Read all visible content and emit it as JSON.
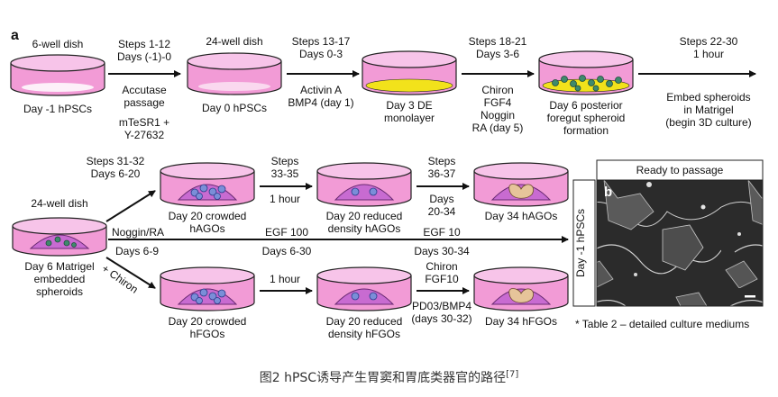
{
  "panel_labels": {
    "a": "a",
    "b": "b"
  },
  "row1": {
    "dish1": {
      "top": "6-well dish",
      "bottom": "Day  -1 hPSCs"
    },
    "arrow1": {
      "lines": [
        "Steps 1-12",
        "Days (-1)-0"
      ],
      "below": [
        "Accutase",
        "passage",
        "",
        "mTeSR1 +",
        "Y-27632"
      ]
    },
    "dish2": {
      "top": "24-well dish",
      "bottom": "Day 0 hPSCs"
    },
    "arrow2": {
      "lines": [
        "Steps 13-17",
        "Days 0-3"
      ],
      "below": [
        "Activin A",
        "BMP4 (day 1)"
      ]
    },
    "dish3": {
      "bottom": [
        "Day 3 DE",
        "monolayer"
      ]
    },
    "arrow3": {
      "lines": [
        "Steps 18-21",
        "Days 3-6"
      ],
      "below": [
        "Chiron",
        "FGF4",
        "Noggin",
        "RA (day 5)"
      ]
    },
    "dish4": {
      "bottom": [
        "Day 6 posterior",
        "foregut spheroid",
        "formation"
      ]
    },
    "arrow4": {
      "lines": [
        "Steps 22-30",
        "1 hour"
      ],
      "below": [
        "Embed spheroids",
        "in Matrigel",
        "(begin 3D culture)"
      ]
    }
  },
  "row2": {
    "start_dish": {
      "top": "24-well dish",
      "bottom": [
        "Day 6 Matrigel",
        "embedded",
        "spheroids"
      ]
    },
    "branch_upper": {
      "lines": [
        "Steps 31-32",
        "Days 6-20"
      ]
    },
    "branch_mid": {
      "label": "Noggin/RA",
      "below": "Days 6-9"
    },
    "branch_lower": {
      "label": "+ Chiron"
    },
    "hago1": {
      "bottom": [
        "Day 20 crowded",
        "hAGOs"
      ]
    },
    "hago_arrow1": {
      "top": [
        "Steps",
        "33-35"
      ],
      "below": "1 hour"
    },
    "hago2": {
      "bottom": [
        "Day 20 reduced",
        "density hAGOs"
      ]
    },
    "hago_arrow2": {
      "top": [
        "Steps",
        "36-37"
      ],
      "below": [
        "Days",
        "20-34"
      ]
    },
    "hago3": {
      "bottom": "Day 34 hAGOs"
    },
    "egf_a": {
      "top": "EGF 100",
      "below": "Days 6-30"
    },
    "egf_b": {
      "top": "EGF 10",
      "below": "Days 30-34"
    },
    "hfgo1": {
      "bottom": [
        "Day 20 crowded",
        "hFGOs"
      ]
    },
    "hfgo_arrow1": {
      "top": "1 hour"
    },
    "hfgo2": {
      "bottom": [
        "Day 20 reduced",
        "density hFGOs"
      ]
    },
    "hfgo_arrow2": {
      "top": [
        "Chiron",
        "FGF10"
      ],
      "below": [
        "PD03/BMP4",
        "(days 30-32)"
      ]
    },
    "hfgo3": {
      "bottom": "Day 34 hFGOs"
    }
  },
  "panel_b": {
    "header": "Ready to passage",
    "side_label": "Day  -1 hPSCs",
    "footnote": "* Table 2 – detailed culture mediums"
  },
  "caption": {
    "text": "图2   hPSC诱导产生胃窦和胃底类器官的路径",
    "ref": "[7]"
  }
}
